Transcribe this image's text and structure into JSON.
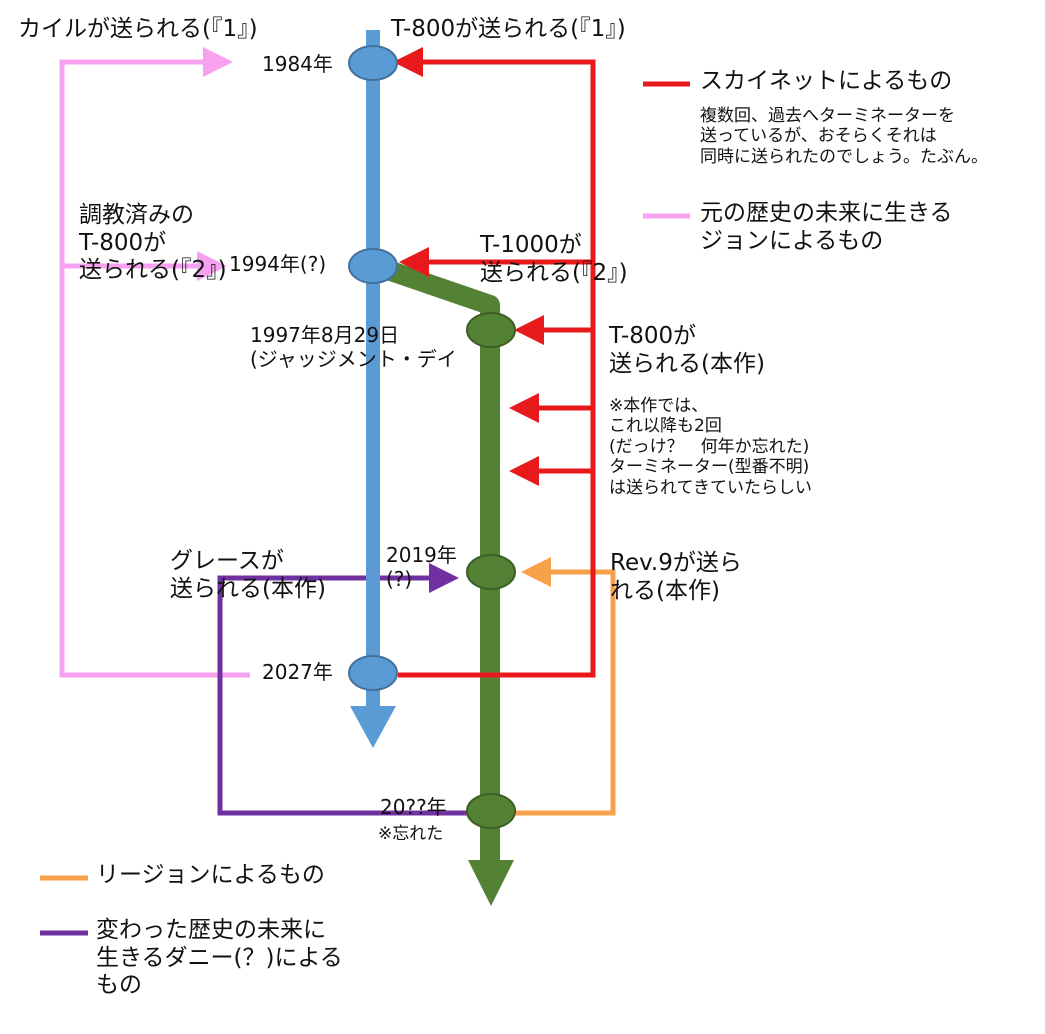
{
  "colors": {
    "original_timeline": "#5b9bd5",
    "changed_timeline": "#548235",
    "skynet": "#e8191b",
    "original_john": "#f6a2f1",
    "legion": "#f6a04a",
    "dani": "#7030a0"
  },
  "timelines": {
    "original": {
      "nodes": [
        "1984年",
        "1994年(?)",
        "2027年"
      ]
    },
    "changed": {
      "nodes": [
        "1997年8月29日\n(ジャッジメント・デイ",
        "2019年\n(?)",
        "20??年"
      ],
      "node_note": "※忘れた"
    }
  },
  "events": {
    "kyle": "カイルが送られる(『1』)",
    "t800_first": "T-800が送られる(『1』)",
    "t800_second": "調教済みの\nT-800が\n送られる(『2』)",
    "t1000": "T-1000が\n送られる(『2』)",
    "t800_this": "T-800が\n送られる(本作)",
    "t800_this_note": "※本作では、\nこれ以降も2回\n(だっけ？　何年か忘れた)\nターミネーター(型番不明)\nは送られてきていたらしい",
    "grace": "グレースが\n送られる(本作)",
    "rev9": "Rev.9が送ら\nれる(本作)"
  },
  "legend": {
    "skynet": {
      "label": "スカイネットによるもの",
      "note": "複数回、過去へターミネーターを\n送っているが、おそらくそれは\n同時に送られたのでしょう。たぶん。"
    },
    "original_john": {
      "label": "元の歴史の未来に生きる\nジョンによるもの"
    },
    "legion": {
      "label": "リージョンによるもの"
    },
    "dani": {
      "label": "変わった歴史の未来に\n生きるダニー(？)による\nもの"
    }
  }
}
